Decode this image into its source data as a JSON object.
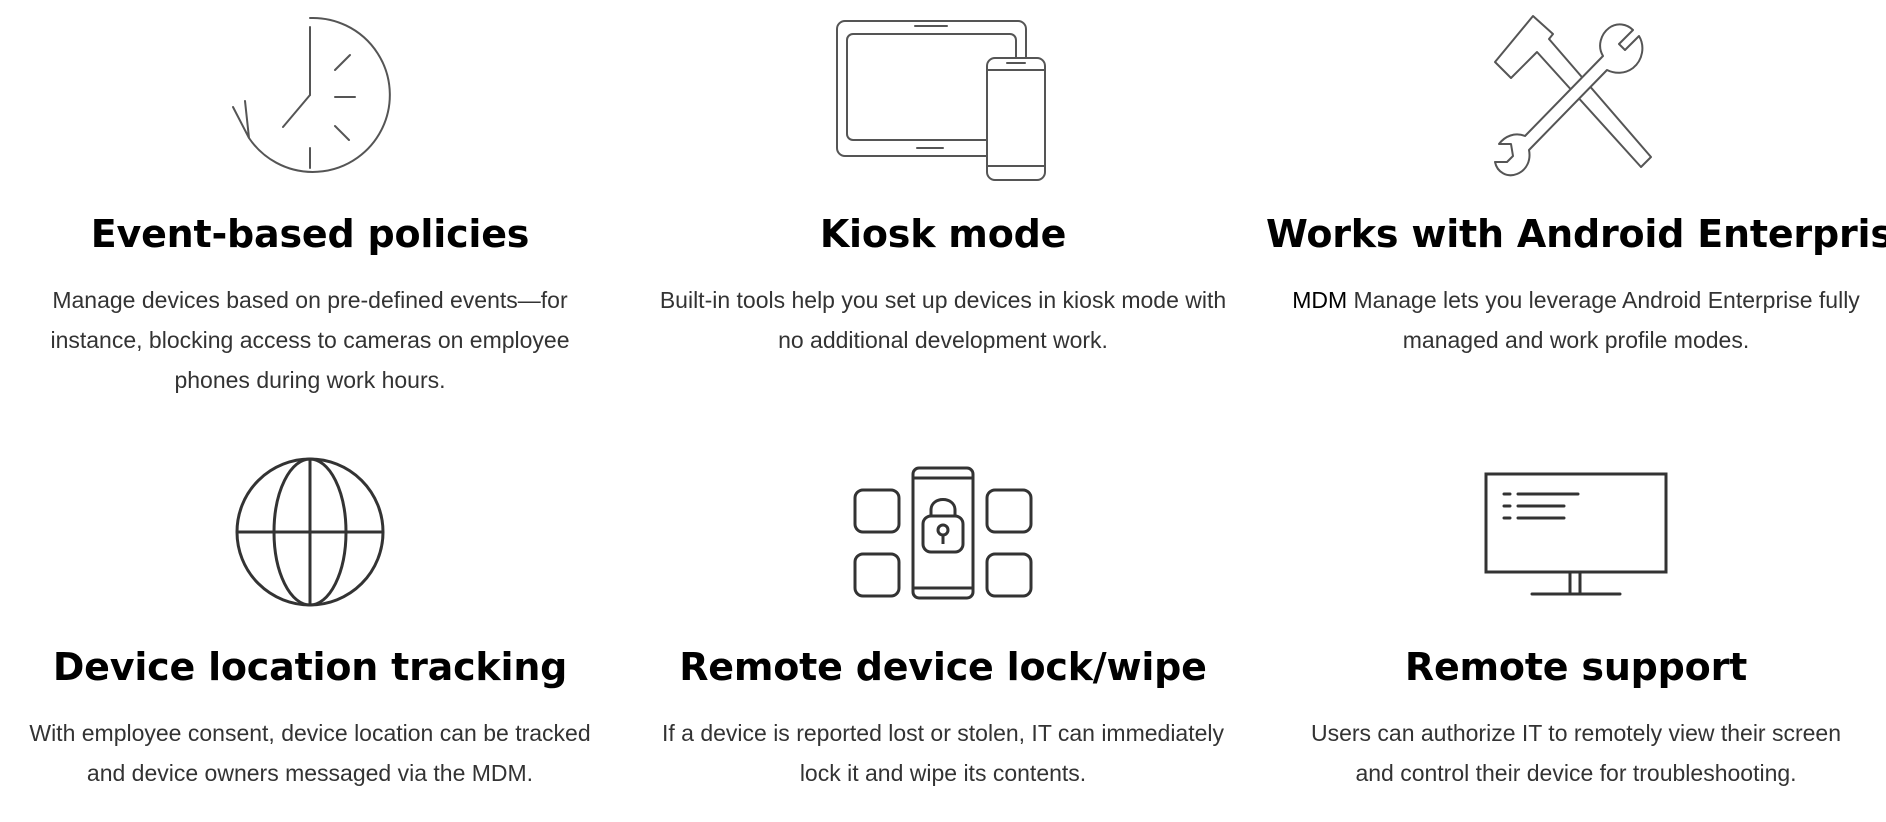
{
  "features": [
    {
      "icon": "clock-history-icon",
      "title": "Event-based policies",
      "description": "Manage devices based on pre-defined events—for instance, blocking access to cameras on employee phones during work hours."
    },
    {
      "icon": "tablet-phone-icon",
      "title": "Kiosk mode",
      "description": "Built-in tools help you set up devices in kiosk mode with no additional development work."
    },
    {
      "icon": "hammer-wrench-icon",
      "title": "Works with Android Enterprise",
      "brand": "MDM",
      "description": " Manage lets you leverage Android Enterprise fully managed and work profile modes."
    },
    {
      "icon": "globe-icon",
      "title": "Device location tracking",
      "description": "With employee consent, device location can be tracked and device owners messaged via the MDM."
    },
    {
      "icon": "phone-lock-icon",
      "title": "Remote device lock/wipe",
      "description": "If a device is reported lost or stolen, IT can immediately lock it and wipe its contents."
    },
    {
      "icon": "monitor-icon",
      "title": "Remote support",
      "description": "Users can authorize IT to remotely view their screen and control their device for troubleshooting."
    }
  ]
}
